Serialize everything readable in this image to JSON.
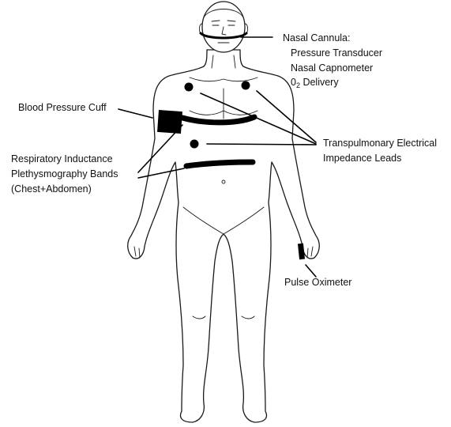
{
  "labels": {
    "nasal_cannula": "Nasal Cannula:",
    "pressure_transducer": "Pressure Transducer",
    "nasal_capnometer": "Nasal Capnometer",
    "o2_delivery_main": "0",
    "o2_delivery_sub": "2",
    "o2_delivery_rest": " Delivery",
    "blood_pressure_cuff": "Blood Pressure Cuff",
    "rip_line1": "Respiratory Inductance",
    "rip_line2": "Plethysmography Bands",
    "rip_line3": "(Chest+Abdomen)",
    "transpulmonary_line1": "Transpulmonary Electrical",
    "transpulmonary_line2": "Impedance Leads",
    "pulse_oximeter": "Pulse Oximeter"
  },
  "colors": {
    "ink": "#000000",
    "outline": "#1a1a1a",
    "background": "#ffffff"
  }
}
